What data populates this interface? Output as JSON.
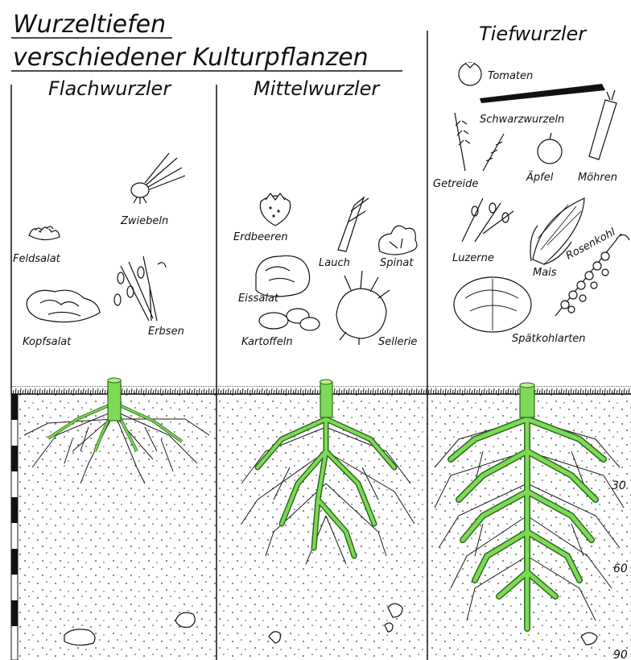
{
  "title": {
    "line1": "Wurzeltiefen",
    "line2": "verschiedener Kulturpflanzen"
  },
  "columns": {
    "shallow": {
      "heading": "Flachwurzler",
      "plants": [
        "Zwiebeln",
        "Feldsalat",
        "Erbsen",
        "Kopfsalat"
      ]
    },
    "medium": {
      "heading": "Mittelwurzler",
      "plants": [
        "Erdbeeren",
        "Lauch",
        "Spinat",
        "Eissalat",
        "Kartoffeln",
        "Sellerie"
      ]
    },
    "deep": {
      "heading": "Tiefwurzler",
      "plants": [
        "Tomaten",
        "Schwarzwurzeln",
        "Getreide",
        "Äpfel",
        "Möhren",
        "Luzerne",
        "Mais",
        "Rosenkohl",
        "Spätkohlarten"
      ]
    }
  },
  "depth_scale": [
    "30",
    "60",
    "90"
  ],
  "colors": {
    "ink": "#111111",
    "root_green": "#7ed957",
    "root_dark": "#2e6b1f",
    "soil_dots": "#333333",
    "paper": "#ffffff"
  }
}
